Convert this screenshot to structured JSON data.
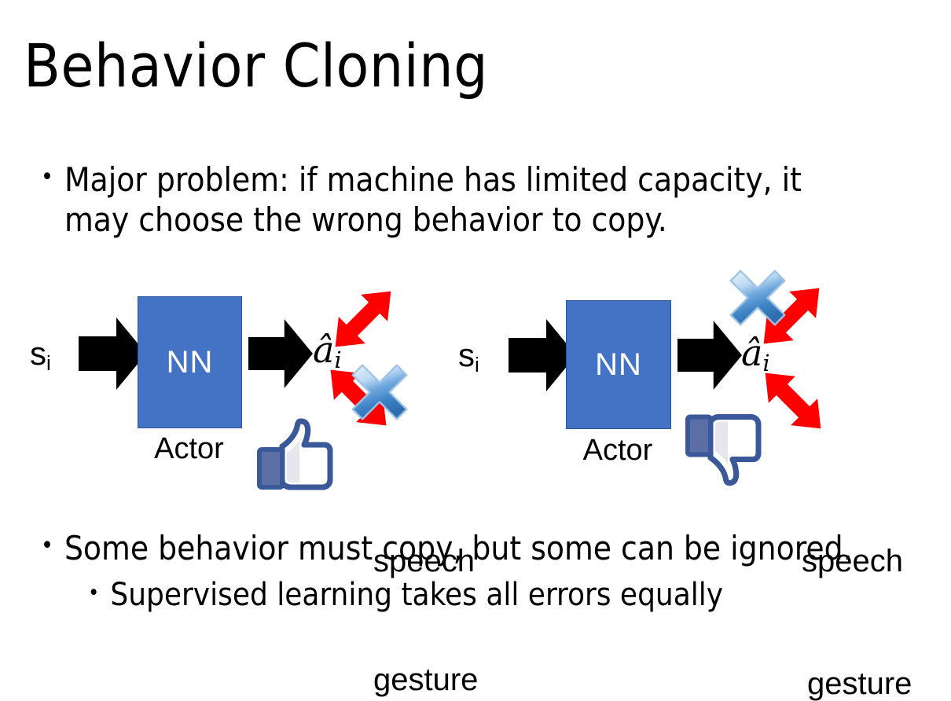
{
  "slide": {
    "title": "Behavior Cloning",
    "background_color": "#FFFFFF",
    "bullet_glyph": "•",
    "bullets": [
      {
        "level": 1,
        "text": "Major problem: if machine has limited capacity, it may choose the wrong behavior to copy."
      },
      {
        "level": 1,
        "text": "Some behavior must copy, but some can be ignored."
      },
      {
        "level": 2,
        "text": "Supervised learning takes all errors equally"
      }
    ]
  },
  "colors": {
    "nn_fill": "#4472C4",
    "nn_border": "#2F5597",
    "arrow_black": "#000000",
    "arrow_red": "#FF0000",
    "cross_blue_light": "#D7E7FA",
    "cross_blue_mid": "#5B9BD5",
    "cross_blue_dark": "#2E75B6",
    "thumb_navy": "#3B5998",
    "thumb_white": "#FFFFFF",
    "thumb_shadow": "#E4E6EB",
    "text_black": "#000000",
    "nn_text": "#FFFFFF"
  },
  "diagrams": [
    {
      "id": "left",
      "input_label": "s",
      "input_subscript": "i",
      "box_label": "NN",
      "box_caption": "Actor",
      "output_label": "â",
      "output_subscript": "i",
      "branches": [
        {
          "name": "speech",
          "label": "speech",
          "crossed_out": false
        },
        {
          "name": "gesture",
          "label": "gesture",
          "crossed_out": true
        }
      ],
      "feedback_icon": "thumbs-up-icon",
      "feedback": "positive"
    },
    {
      "id": "right",
      "input_label": "s",
      "input_subscript": "i",
      "box_label": "NN",
      "box_caption": "Actor",
      "output_label": "â",
      "output_subscript": "i",
      "branches": [
        {
          "name": "speech",
          "label": "speech",
          "crossed_out": true
        },
        {
          "name": "gesture",
          "label": "gesture",
          "crossed_out": false
        }
      ],
      "feedback_icon": "thumbs-down-icon",
      "feedback": "negative"
    }
  ]
}
